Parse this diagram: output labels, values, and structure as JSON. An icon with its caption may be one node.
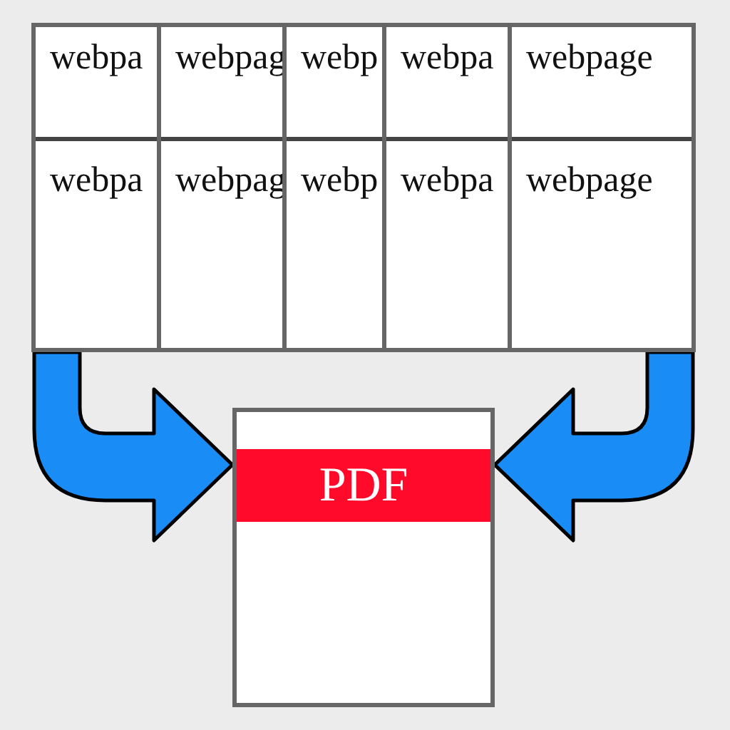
{
  "diagram": {
    "nodes": [
      {
        "text": [
          "webpa",
          "webpa"
        ]
      },
      {
        "text": [
          "webpag",
          "webpag"
        ]
      },
      {
        "text": [
          "webp",
          "webp"
        ]
      },
      {
        "text": [
          "webpa",
          "webpa"
        ]
      },
      {
        "text": [
          "webpage",
          "webpage"
        ]
      },
      {
        "text": [
          "PDF"
        ]
      }
    ],
    "edges": [
      {
        "from": 0,
        "to": 5,
        "arrow": "to"
      },
      {
        "from": 4,
        "to": 5,
        "arrow": "to"
      }
    ]
  }
}
